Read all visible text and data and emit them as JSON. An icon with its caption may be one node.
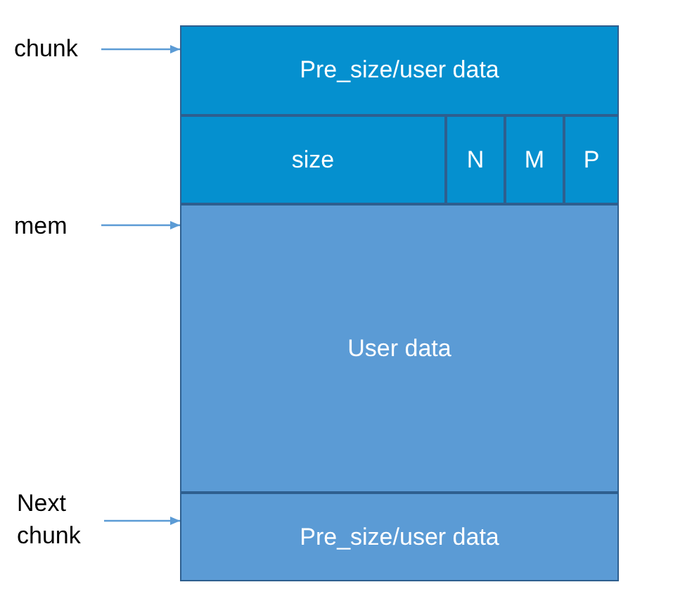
{
  "diagram": {
    "nodes": [
      {
        "text": [
          "chunk"
        ]
      },
      {
        "text": [
          "Pre_size/user data"
        ]
      },
      {
        "text": [
          "size"
        ]
      },
      {
        "text": [
          "N"
        ]
      },
      {
        "text": [
          "M"
        ]
      },
      {
        "text": [
          "P"
        ]
      },
      {
        "text": [
          "mem"
        ]
      },
      {
        "text": [
          "User data"
        ]
      },
      {
        "text": [
          "Next chunk"
        ]
      },
      {
        "text": [
          "Pre_size/user data"
        ]
      }
    ],
    "edges": [
      {
        "from": 0,
        "to": 1,
        "arrow": "to"
      },
      {
        "from": 6,
        "to": 7,
        "arrow": "to"
      },
      {
        "from": 8,
        "to": 9,
        "arrow": "to"
      }
    ]
  }
}
